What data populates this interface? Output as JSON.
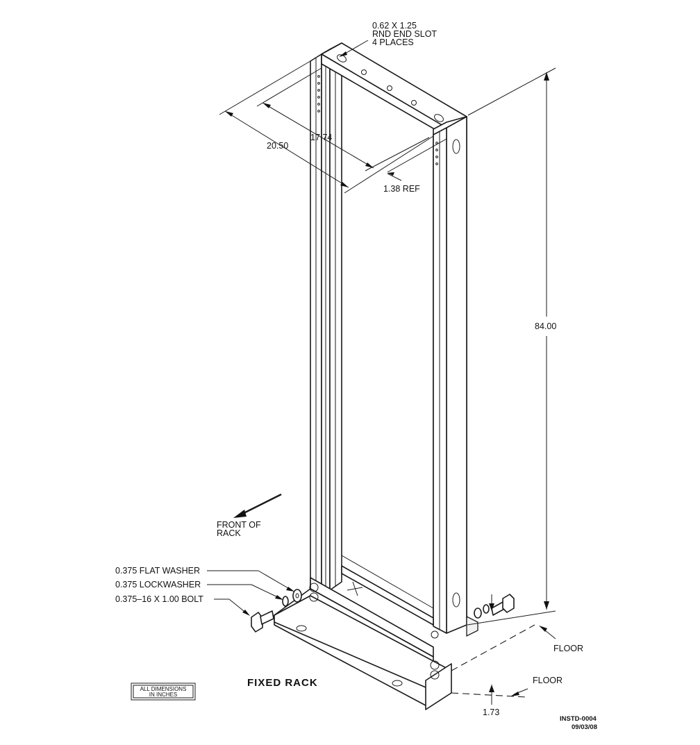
{
  "labels": {
    "slot_line1": "0.62 X 1.25",
    "slot_line2": "RND END SLOT",
    "slot_line3": "4 PLACES",
    "dim_depth": "20.50",
    "dim_inner": "17.74",
    "dim_ref": "1.38 REF",
    "dim_height": "84.00",
    "front_line1": "FRONT OF",
    "front_line2": "RACK",
    "flat_washer": "0.375 FLAT WASHER",
    "lockwasher": "0.375 LOCKWASHER",
    "bolt": "0.375–16 X 1.00 BOLT",
    "fixed_rack": "FIXED  RACK",
    "note_line1": "ALL DIMENSIONS",
    "note_line2": "IN INCHES",
    "floor_upper": "FLOOR",
    "floor_lower": "FLOOR",
    "dim_base": "1.73",
    "doc_id": "INSTD-0004",
    "doc_date": "09/03/08"
  }
}
